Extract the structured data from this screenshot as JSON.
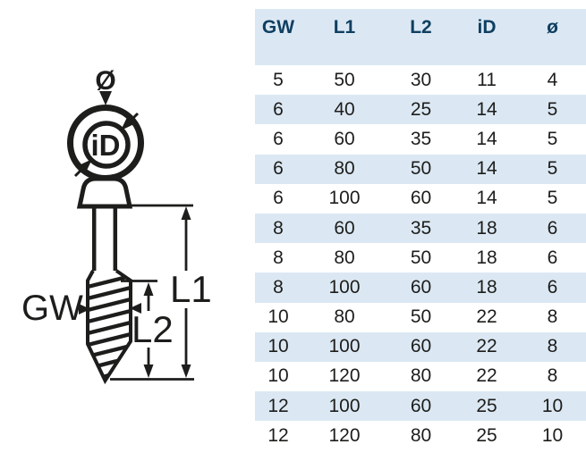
{
  "drawing": {
    "labels": {
      "stock_diameter": "Ø",
      "inner_diameter": "iD",
      "thread_size": "GW",
      "total_length": "L1",
      "thread_length": "L2"
    },
    "line_color": "#1d1d1b"
  },
  "table": {
    "columns": [
      "GW",
      "L1",
      "L2",
      "iD",
      "ø"
    ],
    "rows": [
      [
        "5",
        "50",
        "30",
        "11",
        "4"
      ],
      [
        "6",
        "40",
        "25",
        "14",
        "5"
      ],
      [
        "6",
        "60",
        "35",
        "14",
        "5"
      ],
      [
        "6",
        "80",
        "50",
        "14",
        "5"
      ],
      [
        "6",
        "100",
        "60",
        "14",
        "5"
      ],
      [
        "8",
        "60",
        "35",
        "18",
        "6"
      ],
      [
        "8",
        "80",
        "50",
        "18",
        "6"
      ],
      [
        "8",
        "100",
        "60",
        "18",
        "6"
      ],
      [
        "10",
        "80",
        "50",
        "22",
        "8"
      ],
      [
        "10",
        "100",
        "60",
        "22",
        "8"
      ],
      [
        "10",
        "120",
        "80",
        "22",
        "8"
      ],
      [
        "12",
        "100",
        "60",
        "25",
        "10"
      ],
      [
        "12",
        "120",
        "80",
        "25",
        "10"
      ]
    ],
    "stripe_color": "#dbe8f3",
    "header_text_color": "#0f3f61",
    "body_text_color": "#1d1d1b"
  }
}
